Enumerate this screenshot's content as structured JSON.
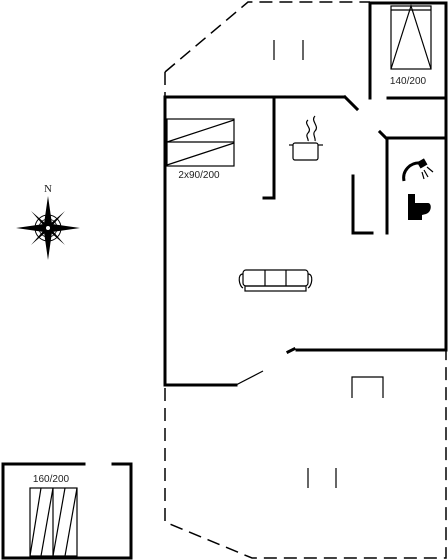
{
  "compass": {
    "north_label": "N"
  },
  "rooms": {
    "bedroom_top_right": {
      "bed_label": "140/200"
    },
    "bedroom_left": {
      "bed_label": "2x90/200"
    },
    "annex": {
      "bed_label": "160/200"
    }
  },
  "icons": [
    "compass-rose-icon",
    "cooking-pot-icon",
    "shower-icon",
    "toilet-icon",
    "sofa-icon",
    "bed-icon"
  ]
}
